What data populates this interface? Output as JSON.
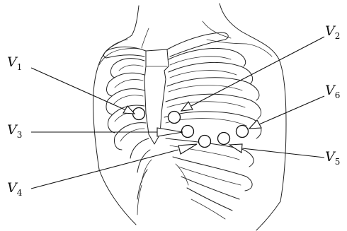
{
  "labels": {
    "V1": {
      "letter": "V",
      "subscript": "1"
    },
    "V2": {
      "letter": "V",
      "subscript": "2"
    },
    "V3": {
      "letter": "V",
      "subscript": "3"
    },
    "V4": {
      "letter": "V",
      "subscript": "4"
    },
    "V5": {
      "letter": "V",
      "subscript": "5"
    },
    "V6": {
      "letter": "V",
      "subscript": "6"
    }
  }
}
